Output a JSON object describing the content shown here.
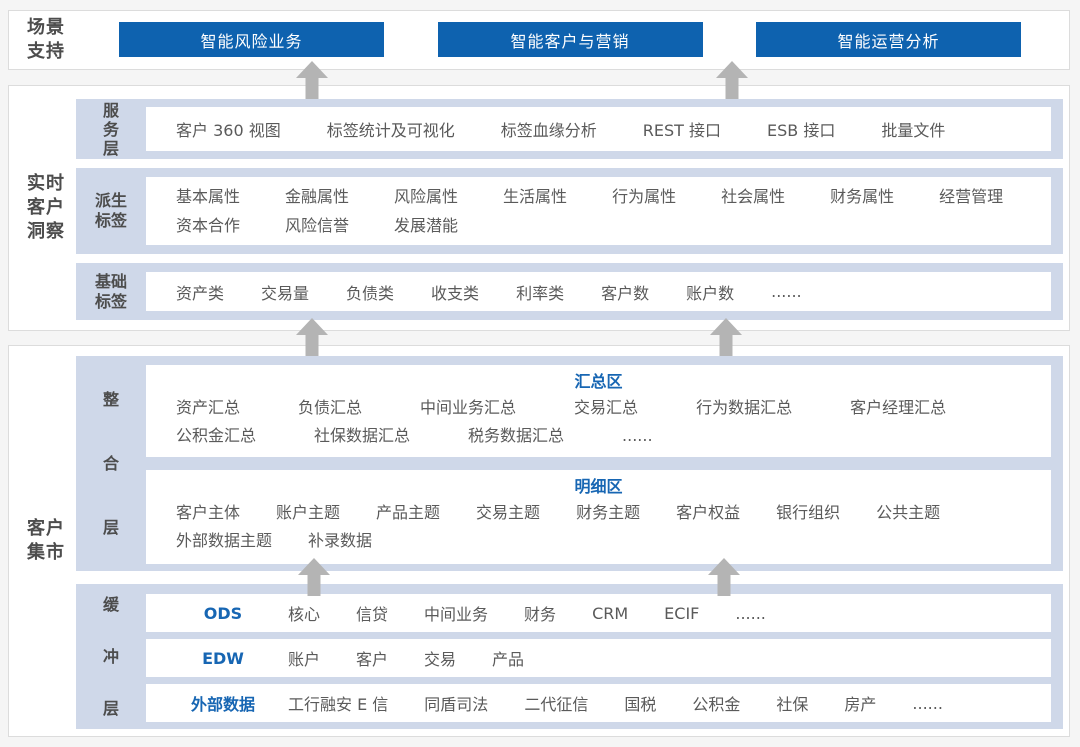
{
  "colors": {
    "accent_blue": "#0e62af",
    "band_blue": "#cfd8e9",
    "blue_text": "#1766b3",
    "item_text": "#5a5a5a",
    "label_text": "#4d4d4d",
    "arrow_gray": "#b4b4b4"
  },
  "scene": {
    "label": "场景支持",
    "buttons": [
      "智能风险业务",
      "智能客户与营销",
      "智能运营分析"
    ]
  },
  "insight": {
    "label": "实时客户洞察",
    "service": {
      "label": "服务层",
      "items": [
        "客户 360 视图",
        "标签统计及可视化",
        "标签血缘分析",
        "REST 接口",
        "ESB 接口",
        "批量文件"
      ]
    },
    "derived": {
      "label": "派生标签",
      "line1": [
        "基本属性",
        "金融属性",
        "风险属性",
        "生活属性",
        "行为属性",
        "社会属性",
        "财务属性",
        "经营管理"
      ],
      "line2": [
        "资本合作",
        "风险信誉",
        "发展潜能"
      ]
    },
    "basic": {
      "label": "基础标签",
      "items": [
        "资产类",
        "交易量",
        "负债类",
        "收支类",
        "利率类",
        "客户数",
        "账户数",
        "......"
      ]
    }
  },
  "mart": {
    "label": "客户集市",
    "integration": {
      "label": "整合层",
      "summary": {
        "title": "汇总区",
        "line1": [
          "资产汇总",
          "负债汇总",
          "中间业务汇总",
          "交易汇总",
          "行为数据汇总",
          "客户经理汇总"
        ],
        "line2": [
          "公积金汇总",
          "社保数据汇总",
          "税务数据汇总",
          "......"
        ]
      },
      "detail": {
        "title": "明细区",
        "line1": [
          "客户主体",
          "账户主题",
          "产品主题",
          "交易主题",
          "财务主题",
          "客户权益",
          "银行组织",
          "公共主题"
        ],
        "line2": [
          "外部数据主题",
          "补录数据"
        ]
      }
    },
    "buffer": {
      "label": "缓冲层",
      "rows": [
        {
          "title": "ODS",
          "items": [
            "核心",
            "信贷",
            "中间业务",
            "财务",
            "CRM",
            "ECIF",
            "......"
          ]
        },
        {
          "title": "EDW",
          "items": [
            "账户",
            "客户",
            "交易",
            "产品"
          ]
        },
        {
          "title": "外部数据",
          "items": [
            "工行融安 E 信",
            "同盾司法",
            "二代征信",
            "国税",
            "公积金",
            "社保",
            "房产",
            "......"
          ]
        }
      ]
    }
  }
}
